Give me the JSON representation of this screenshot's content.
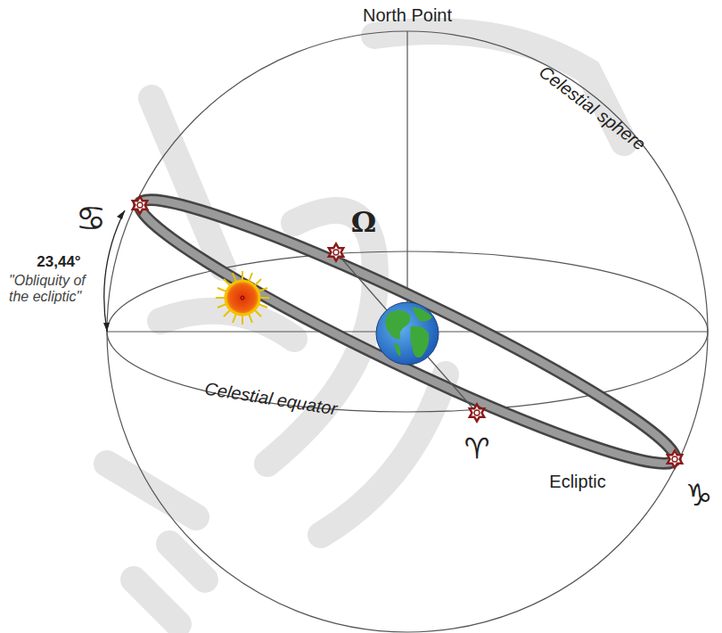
{
  "diagram": {
    "labels": [
      "North Point",
      "Celestial sphere",
      "♋",
      "Ω",
      "23,44°",
      "\"Obliquity of the ecliptic\"",
      "Celestial equator",
      "♈",
      "Ecliptic",
      "♑"
    ]
  }
}
